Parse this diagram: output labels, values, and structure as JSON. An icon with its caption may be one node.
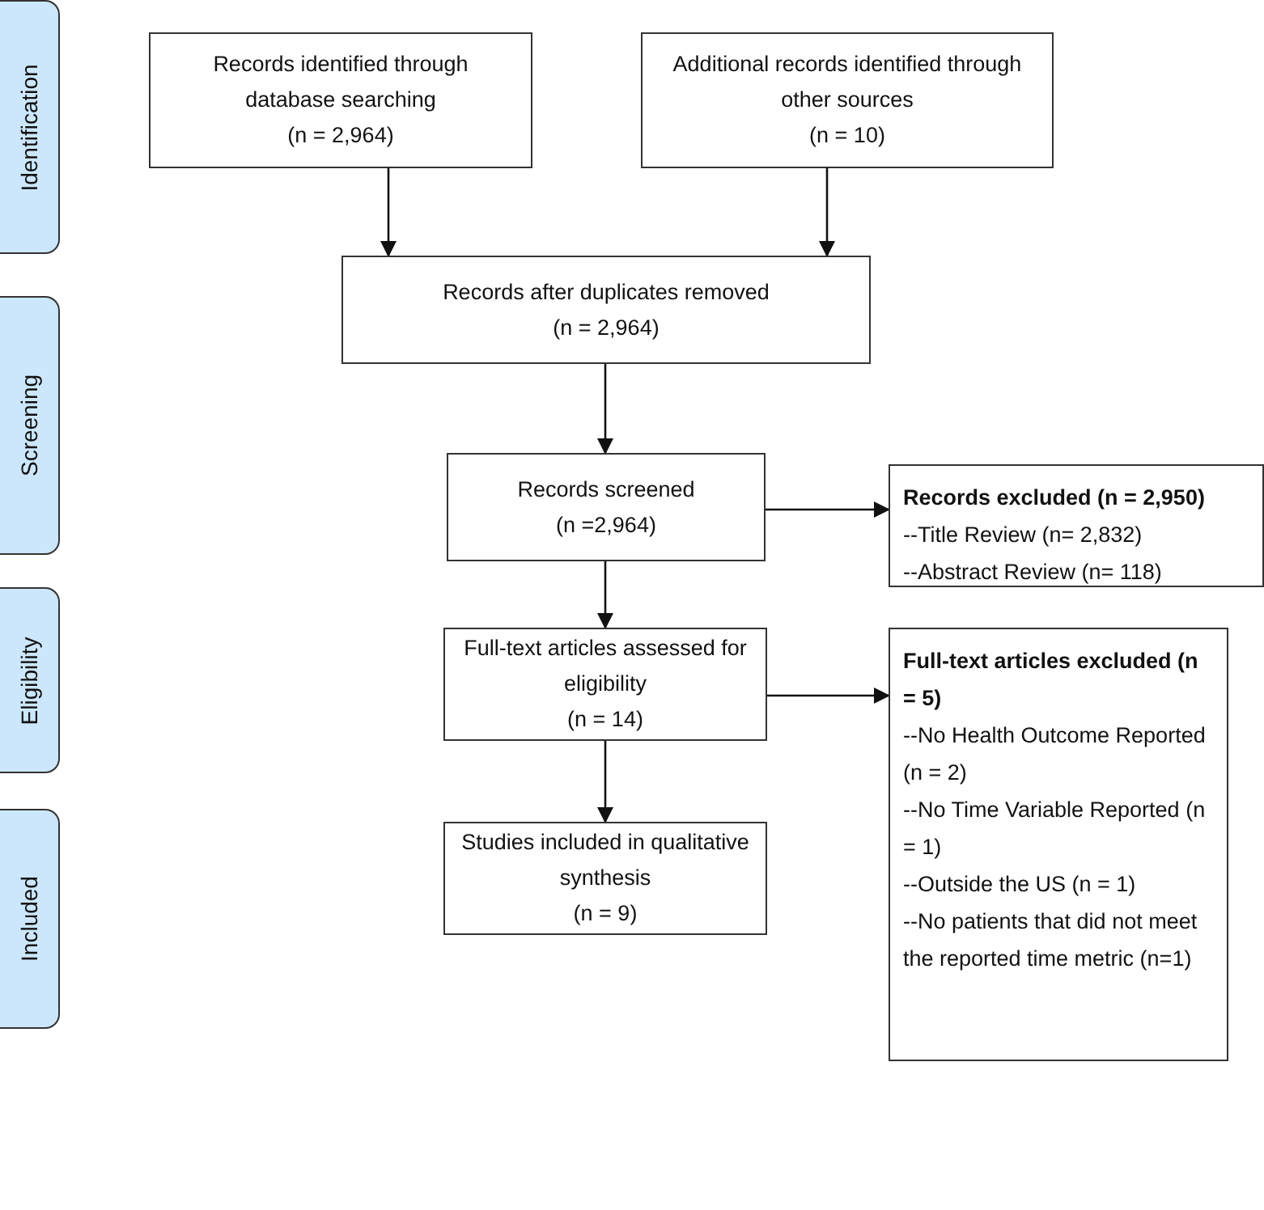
{
  "diagram": {
    "nodes": [
      {
        "text": [
          "Identification"
        ]
      },
      {
        "text": [
          "Screening"
        ]
      },
      {
        "text": [
          "Eligibility"
        ]
      },
      {
        "text": [
          "Included"
        ]
      },
      {
        "text": [
          "Records identified through database searching",
          "(n = 2,964)"
        ]
      },
      {
        "text": [
          "Additional records identified through other sources",
          "(n =  10)"
        ]
      },
      {
        "text": [
          "Records after duplicates removed",
          "(n =  2,964)"
        ]
      },
      {
        "text": [
          "Records screened",
          "(n =2,964)"
        ]
      },
      {
        "text": [
          "Full-text articles assessed for eligibility",
          "(n = 14)"
        ]
      },
      {
        "text": [
          "Studies included in qualitative synthesis",
          "(n = 9)"
        ]
      },
      {
        "text": [
          "Records excluded (n = 2,950)",
          "--Title Review (n= 2,832)",
          "--Abstract Review (n= 118)"
        ]
      },
      {
        "text": [
          "Full-text articles excluded (n = 5)",
          "--No Health Outcome Reported (n = 2)",
          "--No Time Variable Reported (n = 1)",
          "--Outside the US (n = 1)",
          "--No patients that did not meet the reported time metric (n=1)"
        ]
      }
    ],
    "edges": [
      {
        "from": 4,
        "to": 6,
        "arrow": "to"
      },
      {
        "from": 5,
        "to": 6,
        "arrow": "to"
      },
      {
        "from": 6,
        "to": 7,
        "arrow": "to"
      },
      {
        "from": 7,
        "to": 10,
        "arrow": "to"
      },
      {
        "from": 7,
        "to": 8,
        "arrow": "to"
      },
      {
        "from": 8,
        "to": 11,
        "arrow": "to"
      },
      {
        "from": 8,
        "to": 9,
        "arrow": "to"
      }
    ]
  }
}
